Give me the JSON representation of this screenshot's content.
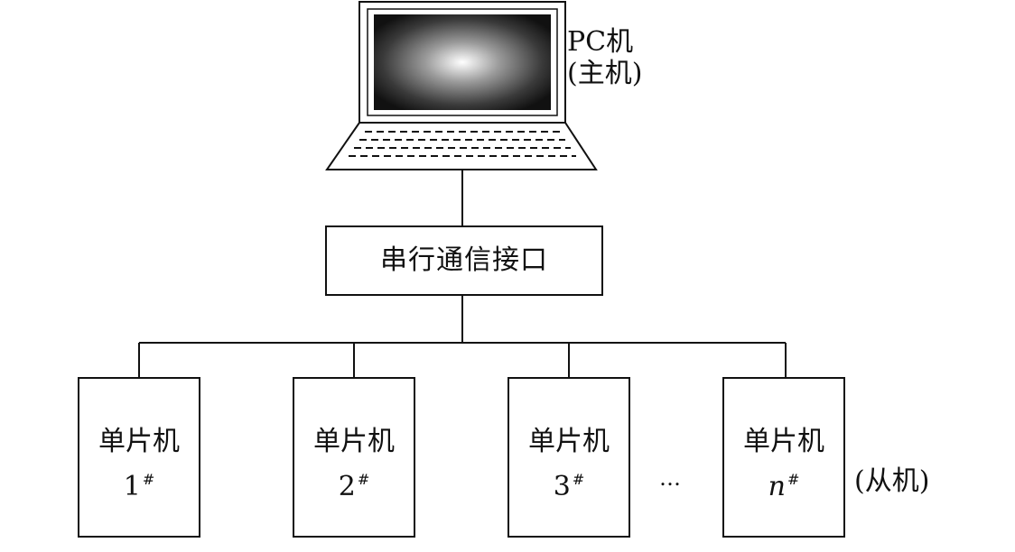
{
  "pc": {
    "line1": "PC机",
    "line2": "(主机)"
  },
  "interface": {
    "label": "串行通信接口"
  },
  "slaves": [
    {
      "name": "单片机",
      "number": "1",
      "mark": "#",
      "italic": false
    },
    {
      "name": "单片机",
      "number": "2",
      "mark": "#",
      "italic": false
    },
    {
      "name": "单片机",
      "number": "3",
      "mark": "#",
      "italic": false
    },
    {
      "name": "单片机",
      "number": "n",
      "mark": "#",
      "italic": true
    }
  ],
  "ellipsis": "…",
  "slave_group_label": "(从机)",
  "colors": {
    "line": "#111111",
    "background": "#ffffff"
  }
}
